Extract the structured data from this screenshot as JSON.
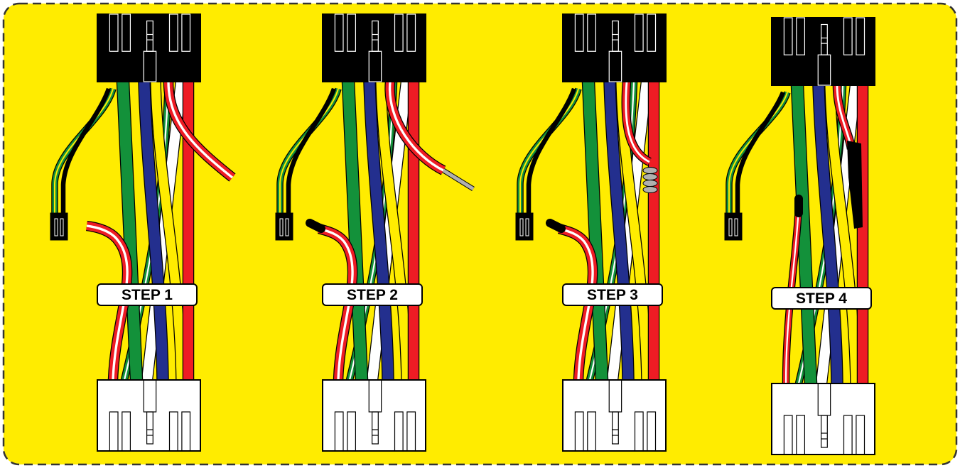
{
  "diagram": {
    "background_color": "#ffec00",
    "border_style": "dashed",
    "wire_colors": {
      "green": "#13913a",
      "blue": "#232f8e",
      "red": "#ee1c24",
      "yellow": "#ffec00",
      "white": "#ffffff",
      "black": "#000000",
      "bare_wire": "#b0b0b0"
    },
    "steps": [
      {
        "label": "STEP 1",
        "state": "red/white wire cut"
      },
      {
        "label": "STEP 2",
        "state": "red/white wire stripped"
      },
      {
        "label": "STEP 3",
        "state": "stripped wire twisted onto red wire"
      },
      {
        "label": "STEP 4",
        "state": "splice taped, cut end capped"
      }
    ]
  }
}
